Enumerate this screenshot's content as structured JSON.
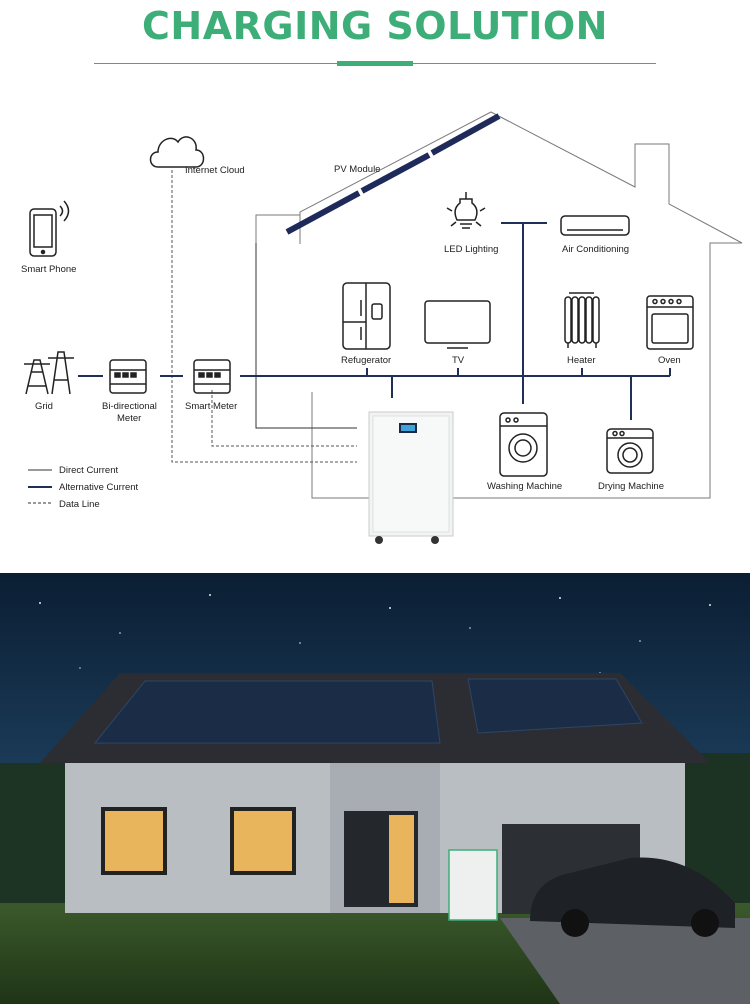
{
  "title": "CHARGING SOLUTION",
  "colors": {
    "accent": "#3dae78",
    "line": "#1f2f58",
    "outline": "#777777"
  },
  "labels": {
    "internet_cloud": "Internet Cloud",
    "pv_module": "PV Module",
    "smart_phone": "Smart Phone",
    "led_lighting": "LED Lighting",
    "air_conditioning": "Air Conditioning",
    "refrigerator": "Refugerator",
    "tv": "TV",
    "heater": "Heater",
    "oven": "Oven",
    "grid": "Grid",
    "bi_meter_line1": "Bi-directional",
    "bi_meter_line2": "Meter",
    "smart_meter": "Smart Meter",
    "washing_machine": "Washing Machine",
    "drying_machine": "Drying Machine"
  },
  "legend": {
    "direct_current": "Direct Current",
    "alternative_current": "Alternative Current",
    "data_line": "Data Line"
  }
}
